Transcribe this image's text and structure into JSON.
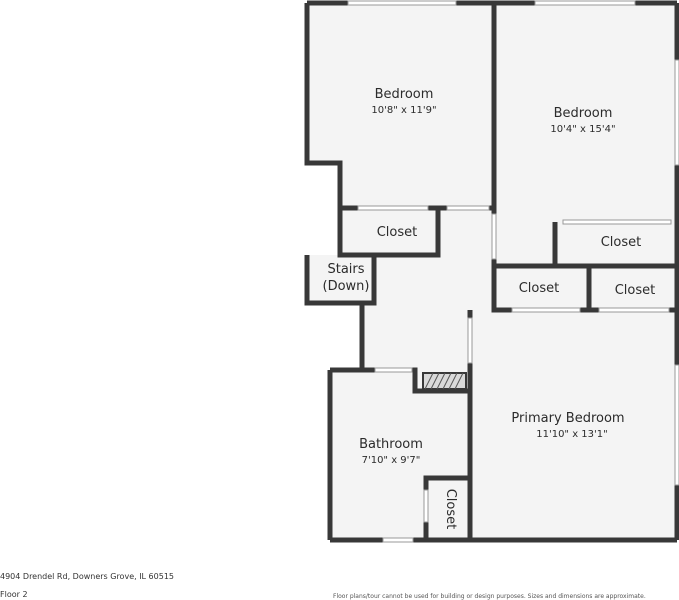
{
  "rooms": {
    "bedroom_top_left": {
      "name": "Bedroom",
      "dim": "10'8\" x 11'9\""
    },
    "bedroom_top_right": {
      "name": "Bedroom",
      "dim": "10'4\" x 15'4\""
    },
    "closet_1": {
      "name": "Closet"
    },
    "closet_2": {
      "name": "Closet"
    },
    "closet_3": {
      "name": "Closet"
    },
    "closet_4": {
      "name": "Closet"
    },
    "closet_5": {
      "name": "Closet"
    },
    "stairs": {
      "line1": "Stairs",
      "line2": "(Down)"
    },
    "bathroom": {
      "name": "Bathroom",
      "dim": "7'10\" x 9'7\""
    },
    "primary_bedroom": {
      "name": "Primary Bedroom",
      "dim": "11'10\" x 13'1\""
    }
  },
  "footer": {
    "address": "4904 Drendel Rd, Downers Grove, IL 60515",
    "floor": "Floor 2",
    "disclaimer": "Floor plans/tour cannot be used for building or design purposes. Sizes and dimensions are approximate."
  },
  "colors": {
    "wall": "#383838",
    "floor": "#f4f4f4"
  }
}
